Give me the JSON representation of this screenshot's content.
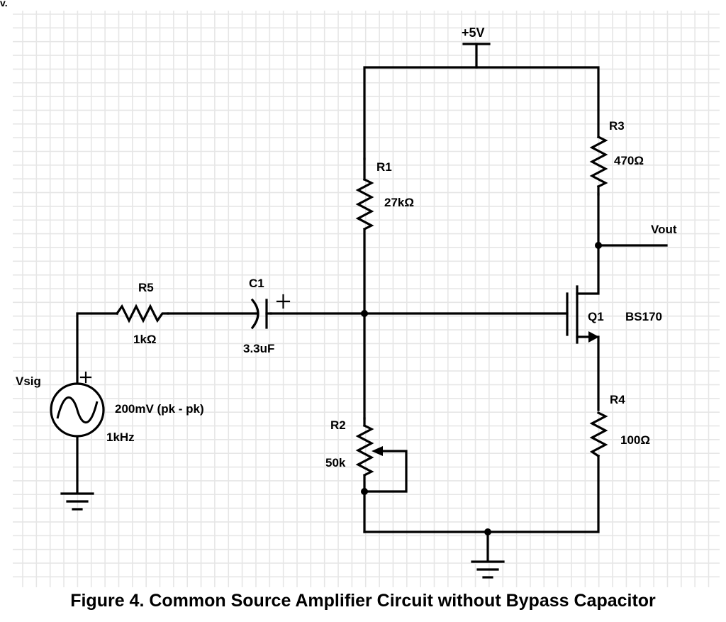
{
  "figure": {
    "caption": "Figure 4.  Common Source Amplifier Circuit without Bypass Capacitor",
    "corner_mark": "v."
  },
  "supply": {
    "label": "+5V"
  },
  "output": {
    "label": "Vout"
  },
  "components": {
    "R1": {
      "ref": "R1",
      "value": "27kΩ"
    },
    "R2": {
      "ref": "R2",
      "value": "50k",
      "type": "potentiometer"
    },
    "R3": {
      "ref": "R3",
      "value": "470Ω"
    },
    "R4": {
      "ref": "R4",
      "value": "100Ω"
    },
    "R5": {
      "ref": "R5",
      "value": "1kΩ"
    },
    "C1": {
      "ref": "C1",
      "value": "3.3uF",
      "polarity": "+"
    },
    "Q1": {
      "ref": "Q1",
      "part": "BS170",
      "type": "n-channel MOSFET"
    },
    "Vsig": {
      "ref": "Vsig",
      "amplitude": "200mV (pk - pk)",
      "frequency": "1kHz",
      "polarity": "+"
    }
  },
  "colors": {
    "wire": "#000000",
    "grid": "#e6e6e6",
    "background": "#ffffff"
  }
}
